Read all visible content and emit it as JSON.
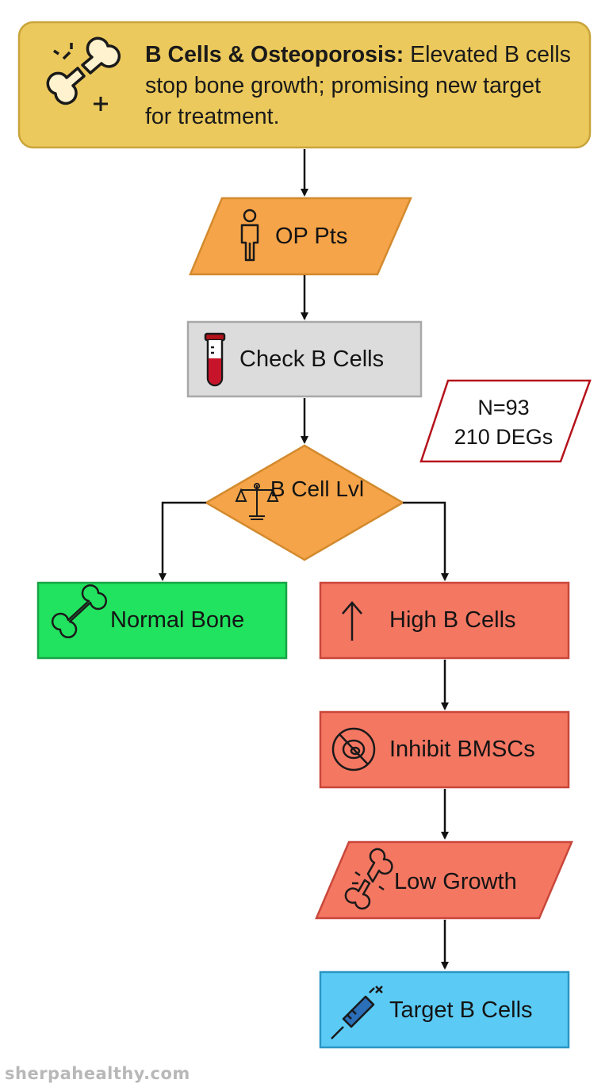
{
  "header": {
    "title_bold": "B Cells & Osteoporosis:",
    "title_rest": " Elevated B cells stop bone growth; promising new target for treatment."
  },
  "nodes": {
    "op_pts": "OP Pts",
    "check_b_cells": "Check B Cells",
    "b_cell_lvl": "B Cell Lvl",
    "normal_bone": "Normal Bone",
    "high_b_cells": "High B Cells",
    "inhibit_bmscs": "Inhibit BMSCs",
    "low_growth": "Low Growth",
    "target_b_cells": "Target B Cells"
  },
  "stat_box": {
    "line1": "N=93",
    "line2": "210 DEGs"
  },
  "watermark": "sherpahealthy.com",
  "colors": {
    "header_fill": "#ecc95c",
    "orange": "#f6a449",
    "gray": "#dcdcdc",
    "green": "#22e35f",
    "red": "#f47762",
    "blue": "#5bcbf6",
    "stat_border": "#b5121b"
  },
  "icons": [
    "broken-bone-icon",
    "person-icon",
    "test-tube-icon",
    "scales-icon",
    "bone-icon",
    "up-arrow-icon",
    "no-cell-icon",
    "cracked-bone-icon",
    "syringe-icon"
  ]
}
